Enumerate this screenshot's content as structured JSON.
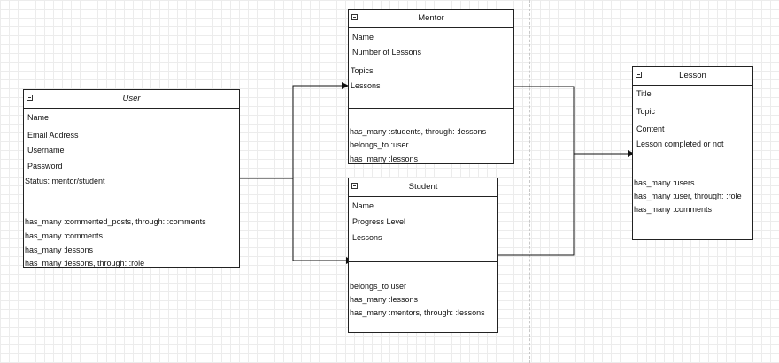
{
  "user": {
    "title": "User",
    "attributes": [
      "Name",
      "Email Address",
      "Username",
      "Password",
      "Status: mentor/student"
    ],
    "relations": [
      "has_many :commented_posts, through: :comments",
      "has_many :comments",
      "has_many :lessons",
      "has_many :lessons, through: :role"
    ]
  },
  "mentor": {
    "title": "Mentor",
    "attributes": [
      "Name",
      "Number of Lessons",
      "Topics",
      "Lessons"
    ],
    "relations": [
      "has_many :students, through: :lessons",
      "belongs_to :user",
      "has_many :lessons"
    ]
  },
  "student": {
    "title": "Student",
    "attributes": [
      "Name",
      "Progress Level",
      "Lessons"
    ],
    "relations": [
      "belongs_to user",
      "has_many :lessons",
      "has_many :mentors, through: :lessons"
    ]
  },
  "lesson": {
    "title": "Lesson",
    "attributes": [
      "Title",
      "Topic",
      "Content",
      "Lesson completed or not"
    ],
    "relations": [
      "has_many :users",
      "has_many :user, through: :role",
      "has_many :comments"
    ]
  }
}
